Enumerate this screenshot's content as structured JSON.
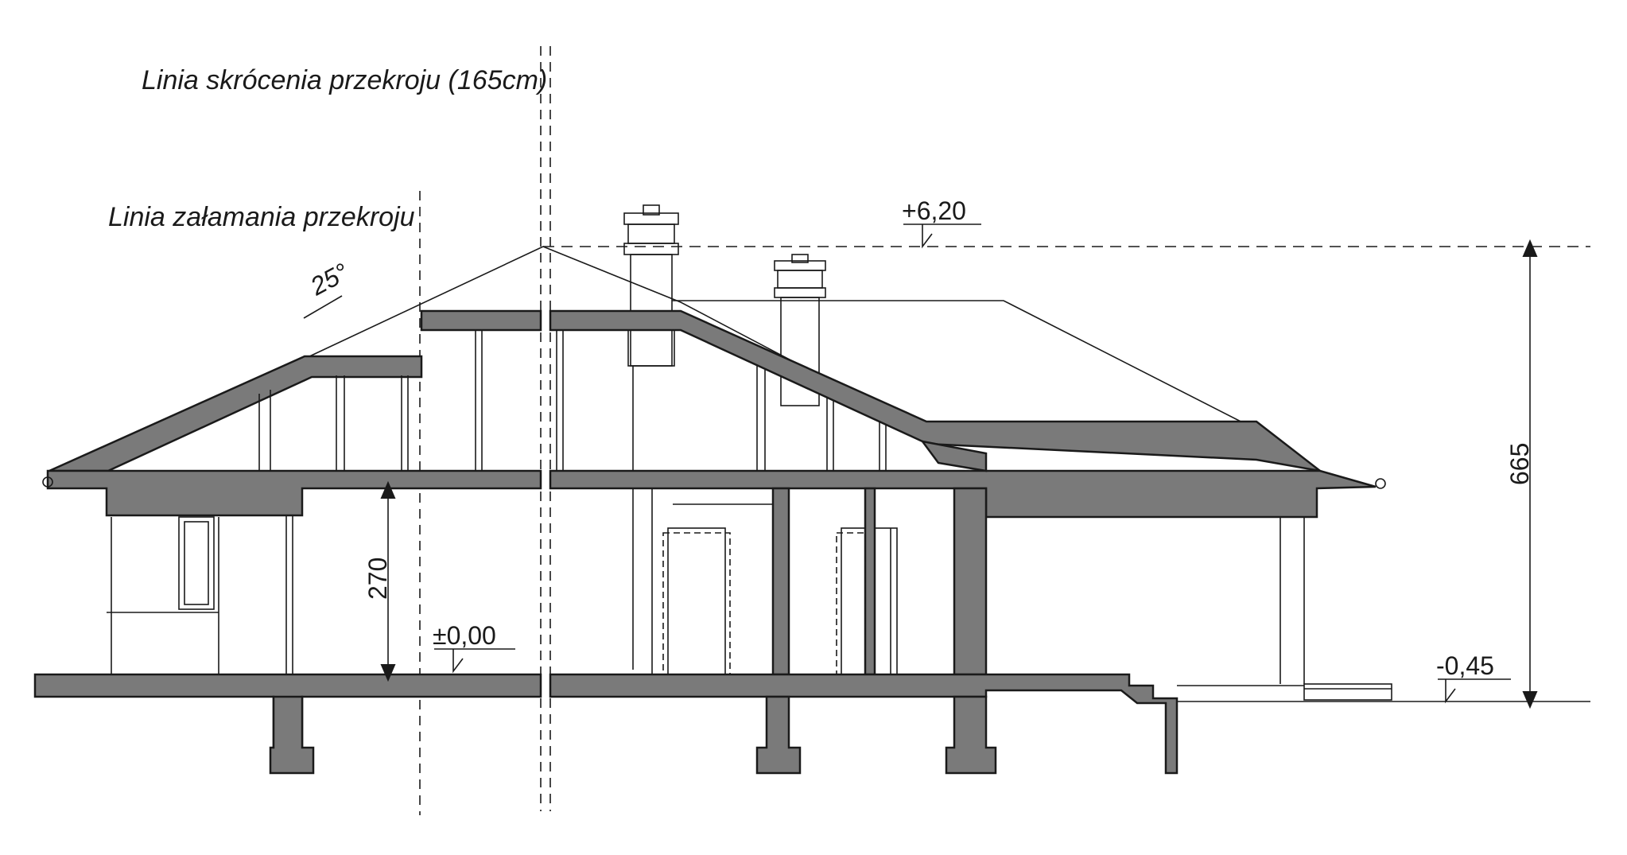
{
  "labels": {
    "cut_line": "Linia skrócenia przekroju (165cm)",
    "break_line": "Linia załamania przekroju",
    "roof_angle": "25°"
  },
  "levels": {
    "ridge": "+6,20",
    "floor": "±0,00",
    "ground": "-0,45"
  },
  "dimensions": {
    "room_height": "270",
    "total_height": "665"
  },
  "colors": {
    "section_fill": "#7a7a7a",
    "line": "#1a1a1a",
    "background": "#ffffff"
  }
}
